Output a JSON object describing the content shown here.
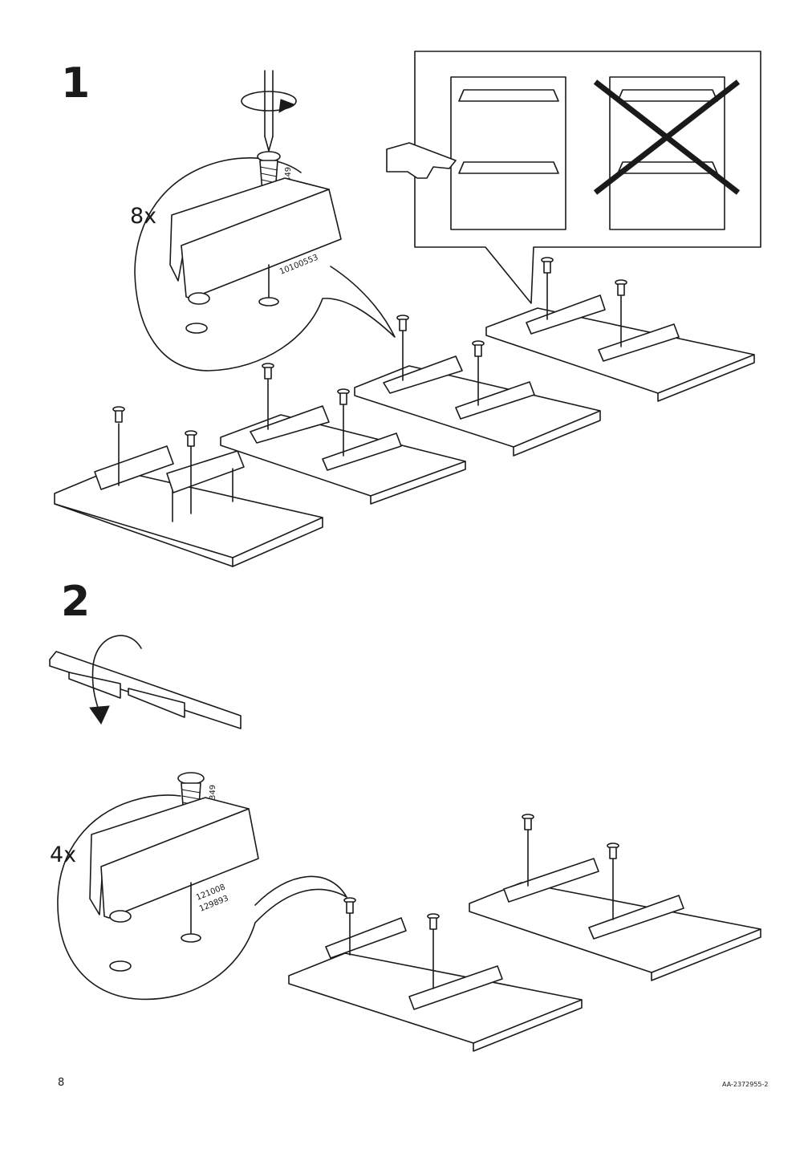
{
  "steps": [
    {
      "number": "1",
      "quantity": "8x",
      "screw_code": "100349",
      "part_code": "10100553"
    },
    {
      "number": "2",
      "quantity": "4x",
      "screw_code": "100349",
      "part_code_1": "121008",
      "part_code_2": "129893"
    }
  ],
  "footer": {
    "page_number": "8",
    "document_code": "AA-2372955-2"
  },
  "icons": [
    "screwdriver-icon",
    "rotate-arrow-icon",
    "screw-icon",
    "pointing-hand-icon",
    "cross-out-icon",
    "flip-arrow-icon",
    "shelf-board-icon",
    "rail-icon",
    "magnifier-callout-icon"
  ],
  "colors": {
    "ink": "#1a1a1a",
    "paper": "#ffffff"
  }
}
